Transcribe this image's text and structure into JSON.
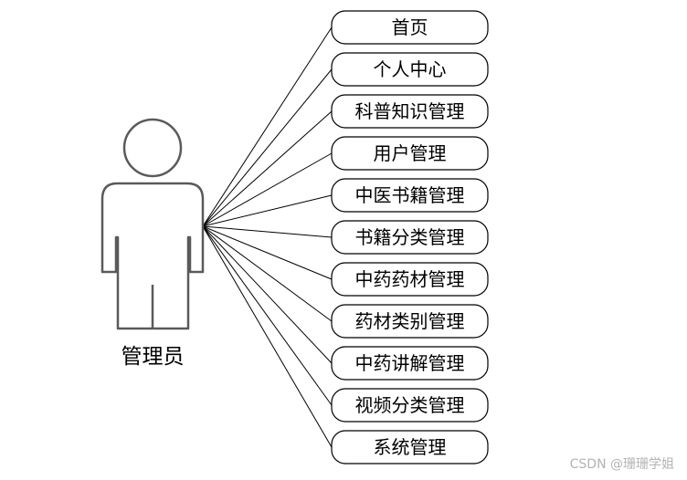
{
  "actor": {
    "label": "管理员"
  },
  "use_cases": [
    {
      "label": "首页"
    },
    {
      "label": "个人中心"
    },
    {
      "label": "科普知识管理"
    },
    {
      "label": "用户管理"
    },
    {
      "label": "中医书籍管理"
    },
    {
      "label": "书籍分类管理"
    },
    {
      "label": "中药药材管理"
    },
    {
      "label": "药材类别管理"
    },
    {
      "label": "中药讲解管理"
    },
    {
      "label": "视频分类管理"
    },
    {
      "label": "系统管理"
    }
  ],
  "watermark": "CSDN @珊珊学姐",
  "colors": {
    "line": "#000000",
    "actor_stroke": "#5a5a5a",
    "watermark": "#b3b3b3"
  }
}
